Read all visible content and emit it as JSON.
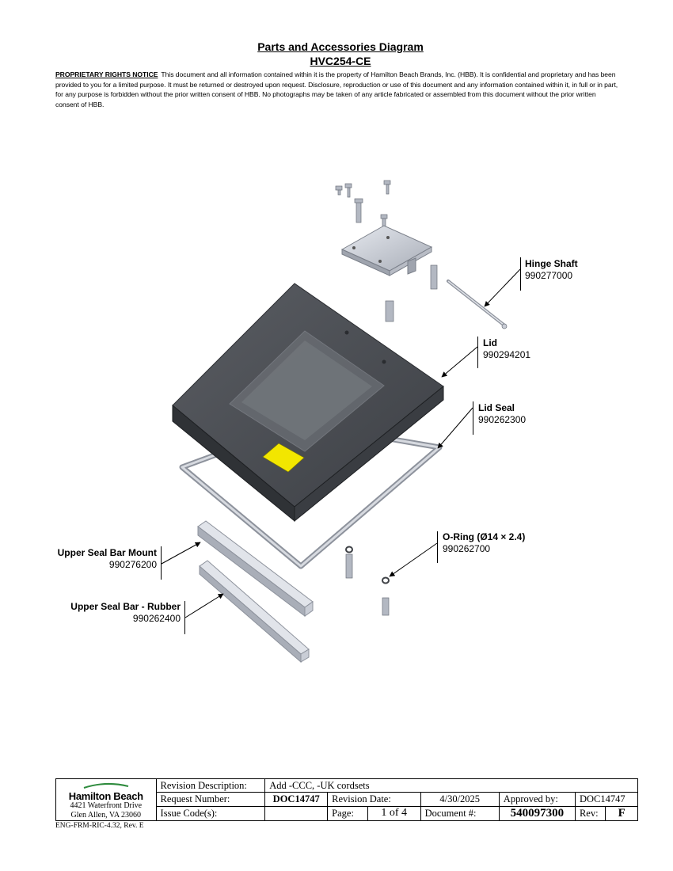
{
  "header": {
    "title": "Parts and Accessories Diagram",
    "model": "HVC254-CE",
    "notice_heading": "PROPRIETARY RIGHTS NOTICE",
    "notice_text": "This document and all information contained within it is the property of Hamilton Beach Brands, Inc. (HBB).  It is confidential and proprietary and has been provided to you for a limited purpose.  It must be returned or destroyed upon request.  Disclosure, reproduction or use of this document and any information contained within it, in full or in part, for any purpose is forbidden without the prior written consent of HBB.  No photographs may be taken of any article fabricated or assembled from this document without the prior written consent of HBB."
  },
  "parts": [
    {
      "name": "Hinge Shaft",
      "number": "990277000"
    },
    {
      "name": "Lid",
      "number": "990294201"
    },
    {
      "name": "Lid Seal",
      "number": "990262300"
    },
    {
      "name": "O-Ring (Ø14 × 2.4)",
      "number": "990262700"
    },
    {
      "name": "Upper Seal Bar Mount",
      "number": "990276200"
    },
    {
      "name": "Upper Seal Bar - Rubber",
      "number": "990262400"
    }
  ],
  "title_block": {
    "company": "Hamilton Beach",
    "address_line1": "4421 Waterfront Drive",
    "address_line2": "Glen Allen, VA  23060",
    "revision_description_label": "Revision Description:",
    "revision_description": "Add -CCC, -UK cordsets",
    "request_number_label": "Request Number:",
    "request_number": "DOC14747",
    "revision_date_label": "Revision Date:",
    "revision_date": "4/30/2025",
    "approved_by_label": "Approved by:",
    "approved_by": "DOC14747",
    "issue_codes_label": "Issue Code(s):",
    "issue_codes": "",
    "page_label": "Page:",
    "page": "1 of 4",
    "document_label": "Document #:",
    "document_number": "540097300",
    "rev_label": "Rev:",
    "rev": "F"
  },
  "form_code": "ENG-FRM-RIC-4.32, Rev. E",
  "colors": {
    "lid_body": "#4a4d52",
    "metal": "#c9cdd6",
    "warning_label": "#f2e600"
  }
}
